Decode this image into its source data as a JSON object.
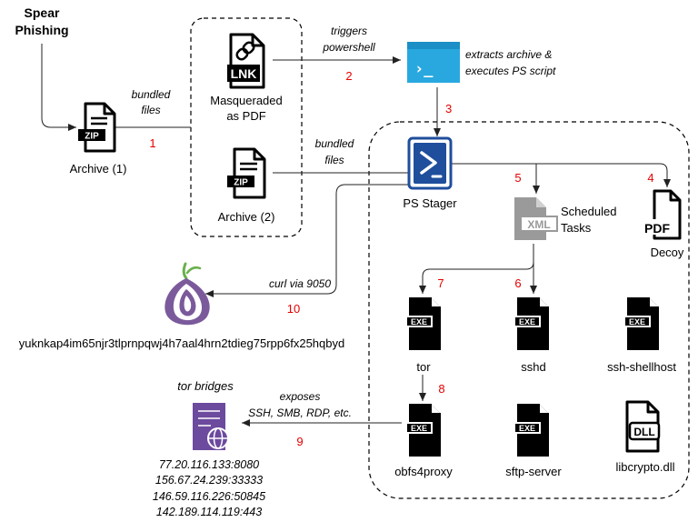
{
  "nodes": {
    "spear_phishing_line1": "Spear",
    "spear_phishing_line2": "Phishing",
    "archive1": "Archive (1)",
    "lnk_line1": "Masqueraded",
    "lnk_line2": "as PDF",
    "archive2": "Archive (2)",
    "ps_stager": "PS Stager",
    "scheduled_tasks_line1": "Scheduled",
    "scheduled_tasks_line2": "Tasks",
    "decoy": "Decoy",
    "tor": "tor",
    "sshd": "sshd",
    "ssh_shellhost": "ssh-shellhost",
    "obfs4proxy": "obfs4proxy",
    "sftp_server": "sftp-server",
    "libcrypto": "libcrypto.dll",
    "onion_address": "yuknkap4im65njr3tlprnpqwj4h7aal4hrn2tdieg75rpp6fx25hqbyd",
    "tor_bridges_title": "tor bridges",
    "bridge_ips": [
      "77.20.116.133:8080",
      "156.67.24.239:33333",
      "146.59.116.226:50845",
      "142.189.114.119:443"
    ]
  },
  "edges": {
    "bundled_files_1_line1": "bundled",
    "bundled_files_1_line2": "files",
    "triggers_line1": "triggers",
    "triggers_line2": "powershell",
    "extracts_line1": "extracts archive &",
    "extracts_line2": "executes PS script",
    "bundled_files_2_line1": "bundled",
    "bundled_files_2_line2": "files",
    "curl": "curl via 9050",
    "exposes_line1": "exposes",
    "exposes_line2": "SSH, SMB, RDP, etc."
  },
  "step_numbers": {
    "s1": "1",
    "s2": "2",
    "s3": "3",
    "s4": "4",
    "s5": "5",
    "s6": "6",
    "s7": "7",
    "s8": "8",
    "s9": "9",
    "s10": "10"
  },
  "icons": {
    "zip_tag": "ZIP",
    "lnk_tag": "LNK",
    "xml_tag": "XML",
    "pdf_tag": "PDF",
    "exe_tag": "EXE",
    "dll_tag": "DLL",
    "prompt_glyph": "›_"
  },
  "colors": {
    "step_number": "#e60000",
    "terminal_blue": "#29a8e0",
    "powershell_blue": "#1f4e9c",
    "xml_gray": "#9a9a9a",
    "server_purple": "#6c4a9e",
    "onion_purple": "#7b5a9b"
  }
}
